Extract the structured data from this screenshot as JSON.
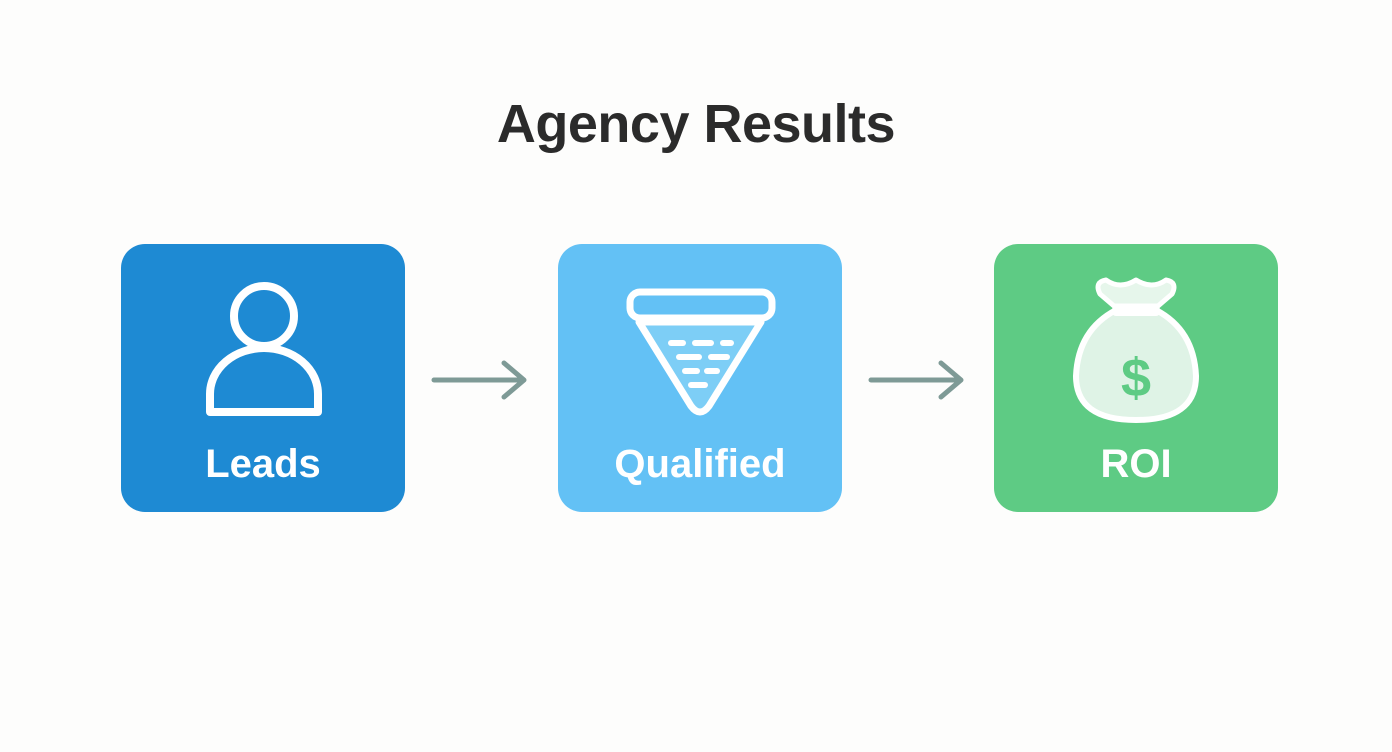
{
  "title": "Agency Results",
  "colors": {
    "leads": "#1e8ad3",
    "qualified": "#63c1f5",
    "roi": "#5ecb84",
    "arrow": "#7e9a96",
    "title": "#2b2b2b"
  },
  "steps": [
    {
      "label": "Leads",
      "icon": "person-icon"
    },
    {
      "label": "Qualified",
      "icon": "funnel-icon"
    },
    {
      "label": "ROI",
      "icon": "money-bag-icon"
    }
  ],
  "connectors": [
    {
      "from": "Leads",
      "to": "Qualified",
      "icon": "arrow-right-icon"
    },
    {
      "from": "Qualified",
      "to": "ROI",
      "icon": "arrow-right-icon"
    }
  ]
}
